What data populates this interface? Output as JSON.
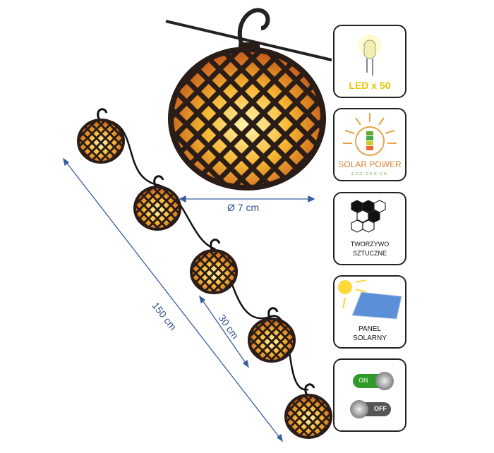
{
  "dimensions": {
    "diameter": "Ø 7 cm",
    "total_length": "150 cm",
    "spacing": "30 cm"
  },
  "features": [
    {
      "icon": "led-icon",
      "label": "LED x 50"
    },
    {
      "icon": "solar-battery-icon",
      "label": "SOLAR POWER",
      "sublabel": "ECO DESIGN"
    },
    {
      "icon": "hexagon-material-icon",
      "label": "TWORZYWO SZTUCZNE"
    },
    {
      "icon": "solar-panel-icon",
      "label": "PANEL SOLARNY"
    },
    {
      "icon": "on-off-switch-icon",
      "on_label": "ON",
      "off_label": "OFF"
    }
  ],
  "colors": {
    "dimension_line": "#3a5da0",
    "lantern_body": "#2a1c16",
    "flame": "#f5a623",
    "led_text": "#e8c400",
    "solar_text": "#d8853a",
    "switch_on": "#2f9a2a"
  }
}
